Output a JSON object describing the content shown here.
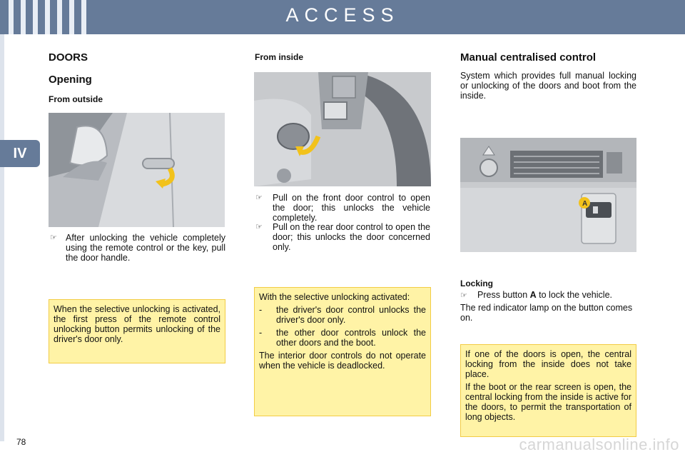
{
  "header": {
    "title": "ACCESS"
  },
  "chapter_tab": "IV",
  "page_number": "78",
  "watermark": "carmanualsonline.info",
  "left": {
    "heading_doors": "DOORS",
    "heading_opening": "Opening",
    "heading_outside": "From outside",
    "bullet": "After unlocking the vehicle completely using the remote control or the key, pull the door handle.",
    "note": "When the selective unlocking is activated, the first press of the remote control unlocking button permits unlocking of the driver's door only."
  },
  "middle": {
    "heading": "From inside",
    "bullets": [
      "Pull on the front door control to open the door; this unlocks the vehicle completely.",
      "Pull on the rear door control to open the door; this unlocks the door concerned only."
    ],
    "note": {
      "intro": "With the selective unlocking activated:",
      "items": [
        "the driver's door control unlocks the driver's door only.",
        "the other door controls unlock the other doors and the boot."
      ],
      "outro": "The interior door controls do not operate when the vehicle is deadlocked."
    }
  },
  "right": {
    "heading": "Manual centralised control",
    "intro": "System which provides full manual locking or unlocking of the doors and boot from the inside.",
    "image_label": "A",
    "locking_heading": "Locking",
    "locking_prefix": "Press button ",
    "locking_button": "A",
    "locking_suffix": " to lock the vehicle.",
    "red_lamp": "The red indicator lamp on the button comes on.",
    "note": [
      "If one of the doors is open, the central locking from the inside does not take place.",
      "If the boot or the rear screen is open, the central locking from the inside is active for the doors, to permit the transportation of long objects."
    ]
  },
  "colors": {
    "header": "#667b99",
    "note_bg": "#fff3a6",
    "note_border": "#f2cc45",
    "arrow": "#f2c21b"
  },
  "icons": {
    "bullet": "pointing-hand-icon"
  }
}
